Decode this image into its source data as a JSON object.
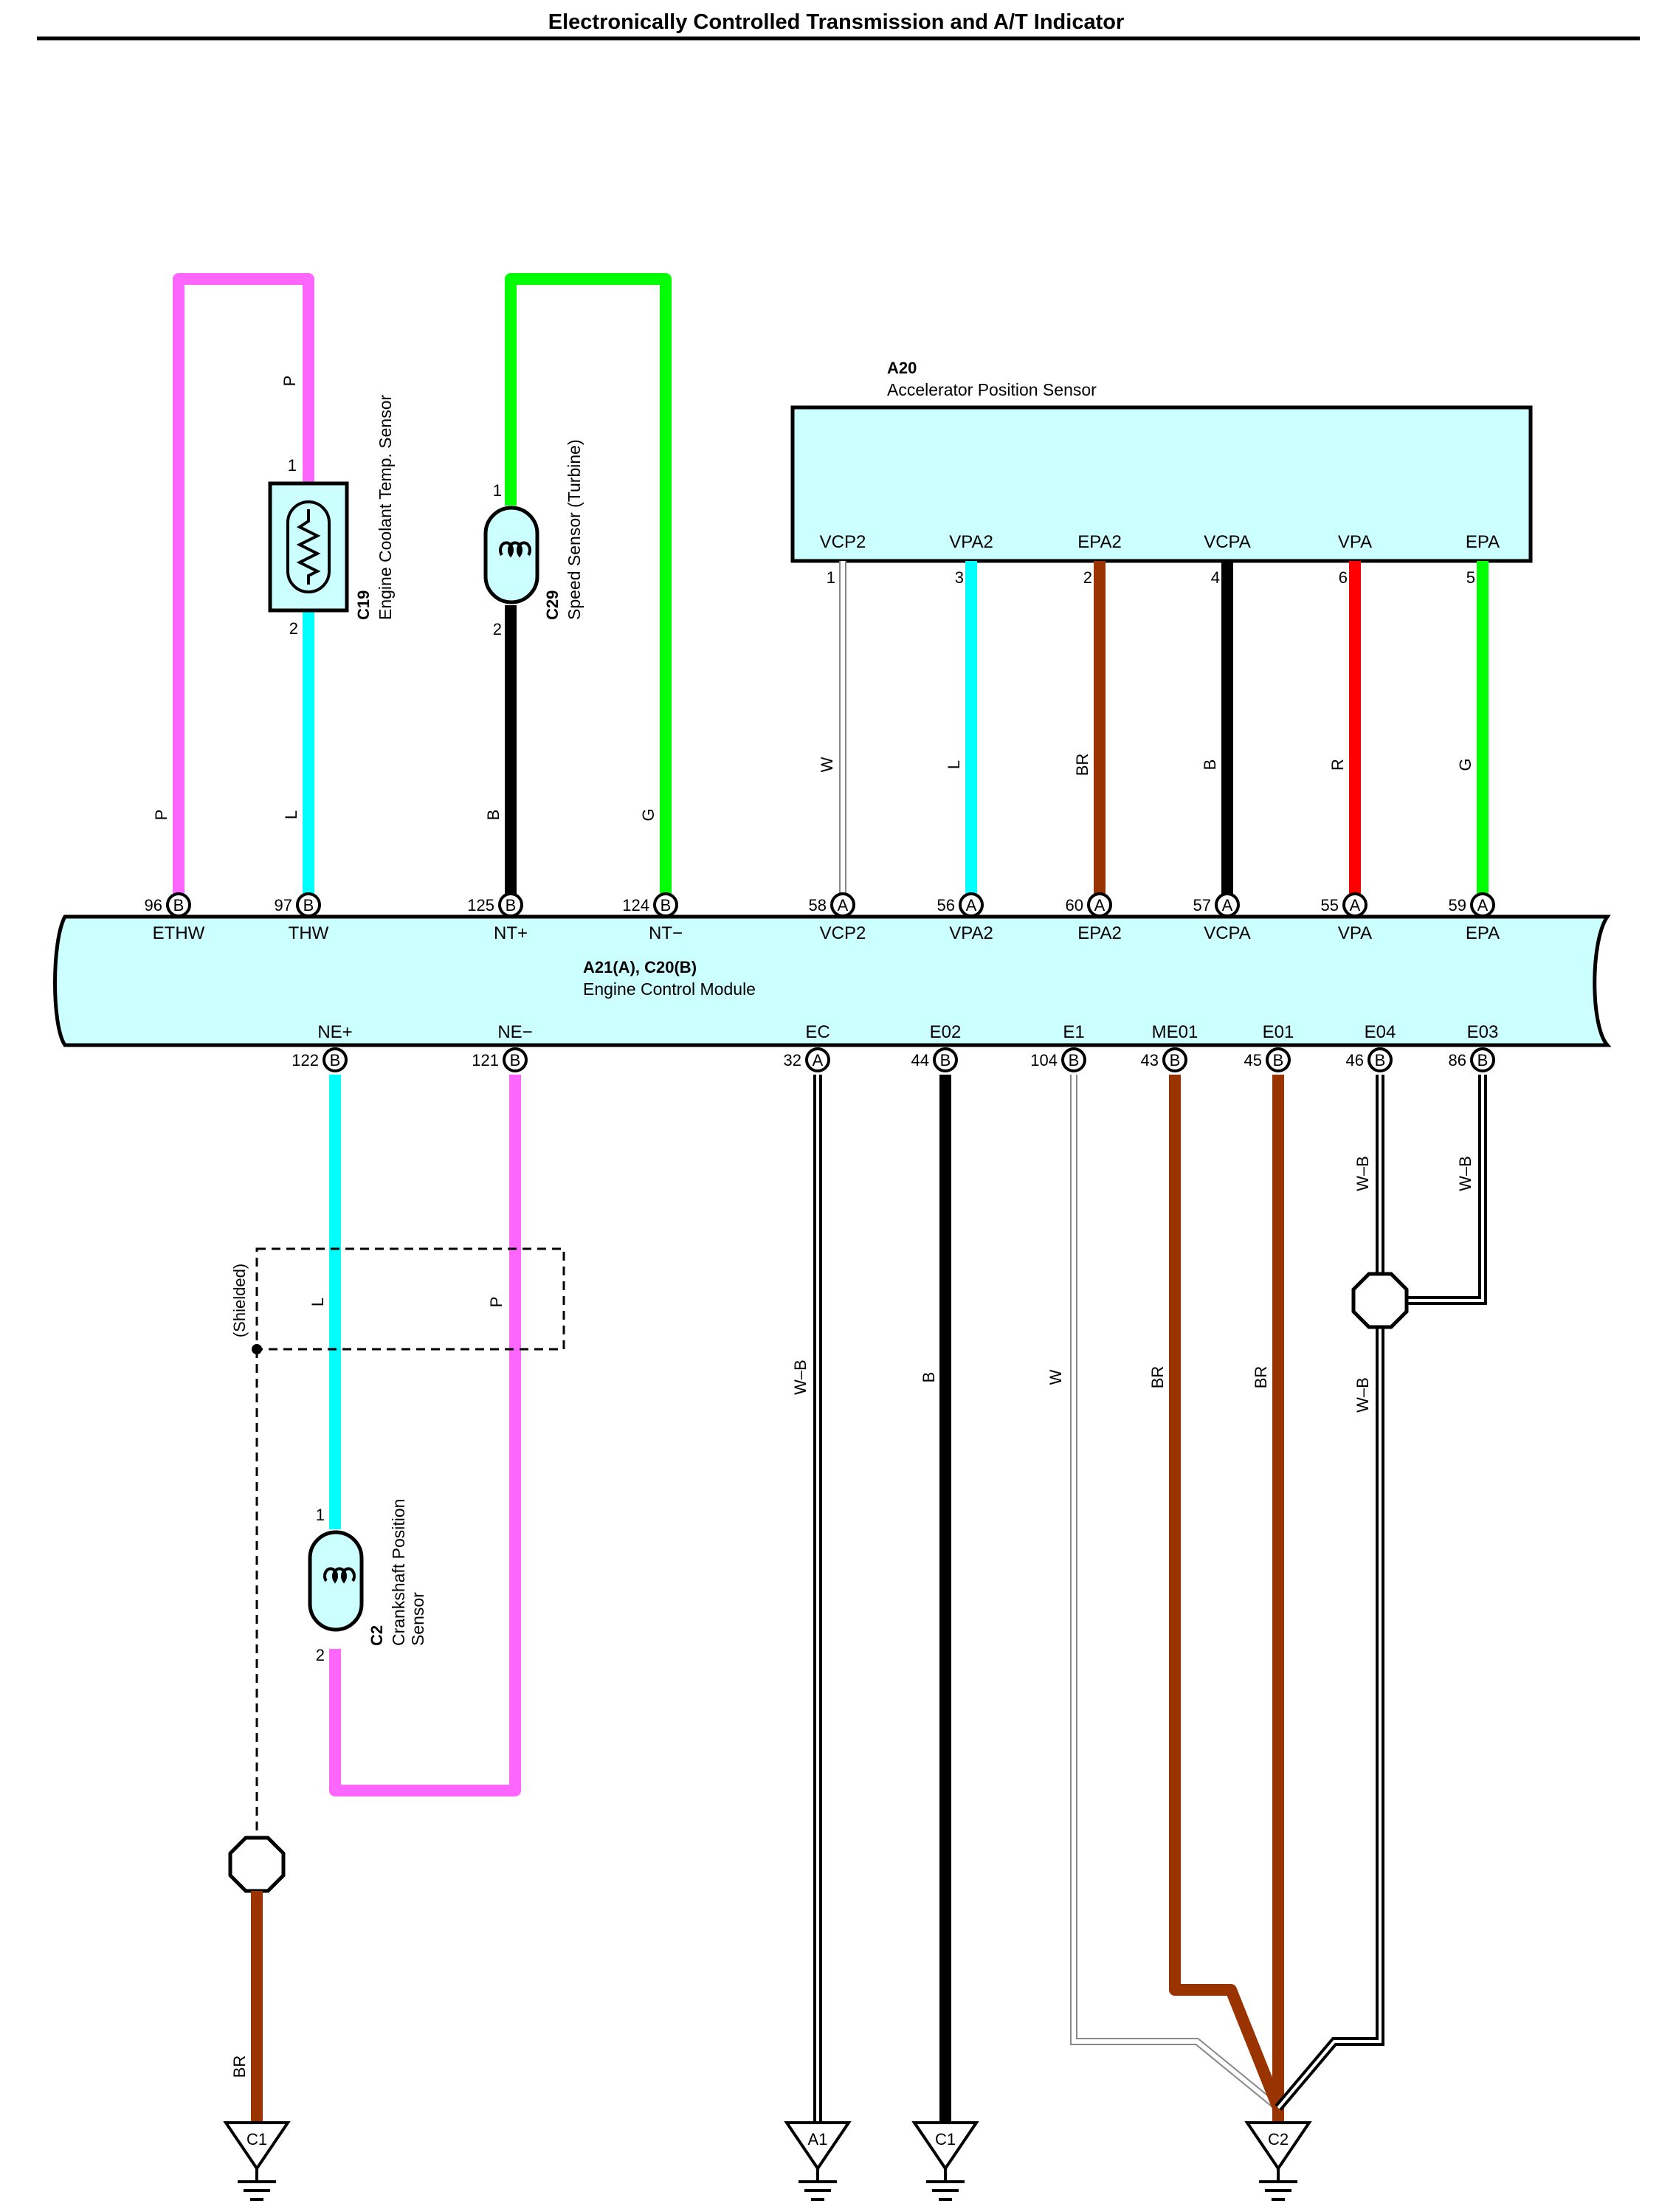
{
  "title": "Electronically Controlled Transmission and A/T Indicator",
  "ecm": {
    "id": "A21(A), C20(B)",
    "name": "Engine Control Module"
  },
  "aps": {
    "id": "A20",
    "name": "Accelerator Position Sensor"
  },
  "c19": {
    "id": "C19",
    "name": "Engine Coolant Temp.  Sensor",
    "pin1": "1",
    "pin2": "2"
  },
  "c29": {
    "id": "C29",
    "name": "Speed Sensor (Turbine)",
    "pin1": "1",
    "pin2": "2"
  },
  "c2": {
    "id": "C2",
    "name1": "Crankshaft Position",
    "name2": "Sensor",
    "pin1": "1",
    "pin2": "2"
  },
  "shielded": "(Shielded)",
  "aps_terminals": [
    {
      "name": "VCP2",
      "pin": "1",
      "wire": "W",
      "color": "#ffffff"
    },
    {
      "name": "VPA2",
      "pin": "3",
      "wire": "L",
      "color": "#00ffff"
    },
    {
      "name": "EPA2",
      "pin": "2",
      "wire": "BR",
      "color": "#993300"
    },
    {
      "name": "VCPA",
      "pin": "4",
      "wire": "B",
      "color": "#000000"
    },
    {
      "name": "VPA",
      "pin": "6",
      "wire": "R",
      "color": "#ff0000"
    },
    {
      "name": "EPA",
      "pin": "5",
      "wire": "G",
      "color": "#00ff00"
    }
  ],
  "ecm_top_pins": [
    {
      "num": "96",
      "conn": "B",
      "name": "ETHW",
      "wire": "P"
    },
    {
      "num": "97",
      "conn": "B",
      "name": "THW",
      "wire": "L"
    },
    {
      "num": "125",
      "conn": "B",
      "name": "NT+",
      "wire": "B"
    },
    {
      "num": "124",
      "conn": "B",
      "name": "NT−",
      "wire": "G"
    },
    {
      "num": "58",
      "conn": "A",
      "name": "VCP2"
    },
    {
      "num": "56",
      "conn": "A",
      "name": "VPA2"
    },
    {
      "num": "60",
      "conn": "A",
      "name": "EPA2"
    },
    {
      "num": "57",
      "conn": "A",
      "name": "VCPA"
    },
    {
      "num": "55",
      "conn": "A",
      "name": "VPA"
    },
    {
      "num": "59",
      "conn": "A",
      "name": "EPA"
    }
  ],
  "c19_wire_top": "P",
  "ecm_bottom_pins": [
    {
      "num": "122",
      "conn": "B",
      "name": "NE+"
    },
    {
      "num": "121",
      "conn": "B",
      "name": "NE−"
    },
    {
      "num": "32",
      "conn": "A",
      "name": "EC",
      "wire": "W–B"
    },
    {
      "num": "44",
      "conn": "B",
      "name": "E02",
      "wire": "B"
    },
    {
      "num": "104",
      "conn": "B",
      "name": "E1",
      "wire": "W"
    },
    {
      "num": "43",
      "conn": "B",
      "name": "ME01",
      "wire": "BR"
    },
    {
      "num": "45",
      "conn": "B",
      "name": "E01",
      "wire": "BR"
    },
    {
      "num": "46",
      "conn": "B",
      "name": "E04",
      "wire": "W–B"
    },
    {
      "num": "86",
      "conn": "B",
      "name": "E03",
      "wire": "W–B"
    }
  ],
  "ne_wires": {
    "plus": "L",
    "minus": "P"
  },
  "e04_splice_out": "W–B",
  "shield_wire": "BR",
  "grounds": [
    "C1",
    "A1",
    "C1",
    "C2"
  ]
}
